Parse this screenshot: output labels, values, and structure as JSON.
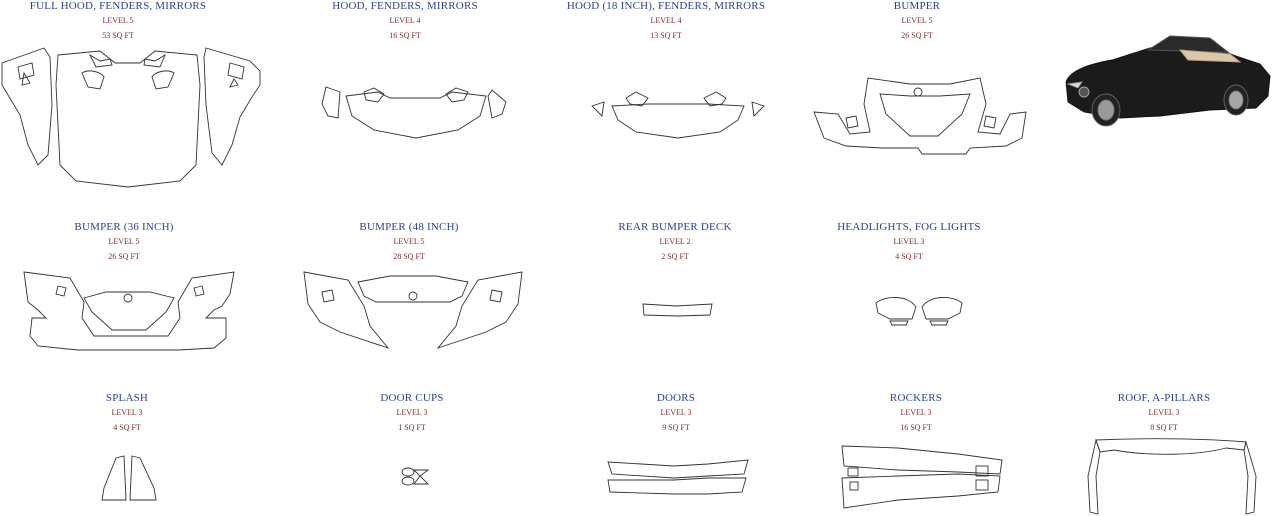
{
  "kits": [
    {
      "id": "full-hood",
      "title": "FULL HOOD, FENDERS, MIRRORS",
      "level": "LEVEL 5",
      "sqft": "53 SQ FT"
    },
    {
      "id": "hood-fenders",
      "title": "HOOD, FENDERS, MIRRORS",
      "level": "LEVEL 4",
      "sqft": "16 SQ FT"
    },
    {
      "id": "hood-18",
      "title": "HOOD (18 INCH), FENDERS, MIRRORS",
      "level": "LEVEL 4",
      "sqft": "13 SQ FT"
    },
    {
      "id": "bumper",
      "title": "BUMPER",
      "level": "LEVEL 5",
      "sqft": "26 SQ FT"
    },
    {
      "id": "bumper-36",
      "title": "BUMPER (36 INCH)",
      "level": "LEVEL 5",
      "sqft": "26 SQ FT"
    },
    {
      "id": "bumper-48",
      "title": "BUMPER (48 INCH)",
      "level": "LEVEL 5",
      "sqft": "28 SQ FT"
    },
    {
      "id": "rear-bumper-deck",
      "title": "REAR BUMPER DECK",
      "level": "LEVEL 2",
      "sqft": "2 SQ FT"
    },
    {
      "id": "headlights",
      "title": "HEADLIGHTS, FOG LIGHTS",
      "level": "LEVEL 3",
      "sqft": "4 SQ FT"
    },
    {
      "id": "splash",
      "title": "SPLASH",
      "level": "LEVEL 3",
      "sqft": "4 SQ FT"
    },
    {
      "id": "door-cups",
      "title": "DOOR CUPS",
      "level": "LEVEL 3",
      "sqft": "1 SQ FT"
    },
    {
      "id": "doors",
      "title": "DOORS",
      "level": "LEVEL 3",
      "sqft": "9 SQ FT"
    },
    {
      "id": "rockers",
      "title": "ROCKERS",
      "level": "LEVEL 3",
      "sqft": "16 SQ FT"
    },
    {
      "id": "roof",
      "title": "ROOF, A-PILLARS",
      "level": "LEVEL 3",
      "sqft": "8 SQ FT"
    }
  ],
  "icons": {
    "car_photo": "black-convertible-car-photo"
  },
  "colors": {
    "title": "#2d3f9a",
    "meta": "#7a2a2a",
    "line": "#333333"
  }
}
